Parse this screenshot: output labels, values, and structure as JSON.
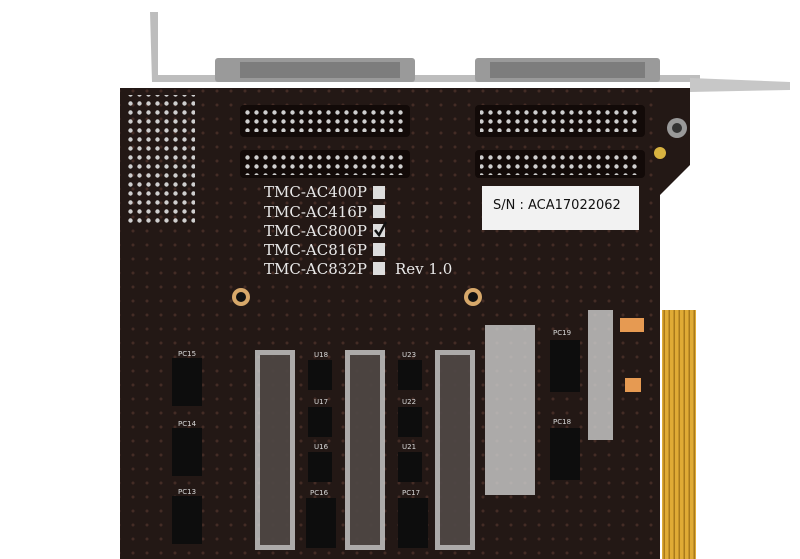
{
  "board": {
    "serial_label": "S/N :  ACA17022062",
    "revision": "Rev 1.0",
    "models": [
      {
        "name": "TMC-AC400P",
        "checked": false
      },
      {
        "name": "TMC-AC416P",
        "checked": false
      },
      {
        "name": "TMC-AC800P",
        "checked": true
      },
      {
        "name": "TMC-AC816P",
        "checked": false
      },
      {
        "name": "TMC-AC832P",
        "checked": false
      }
    ],
    "chip_labels": [
      "PC15",
      "PC14",
      "PC13",
      "U18",
      "U17",
      "U16",
      "U23",
      "U22",
      "U21",
      "PC16",
      "PC17",
      "PC19",
      "PC18"
    ],
    "colors": {
      "pcb": "#231815",
      "gold": "#d9a531",
      "bracket": "#b9b9b9",
      "label": "#f2f2f2"
    }
  }
}
